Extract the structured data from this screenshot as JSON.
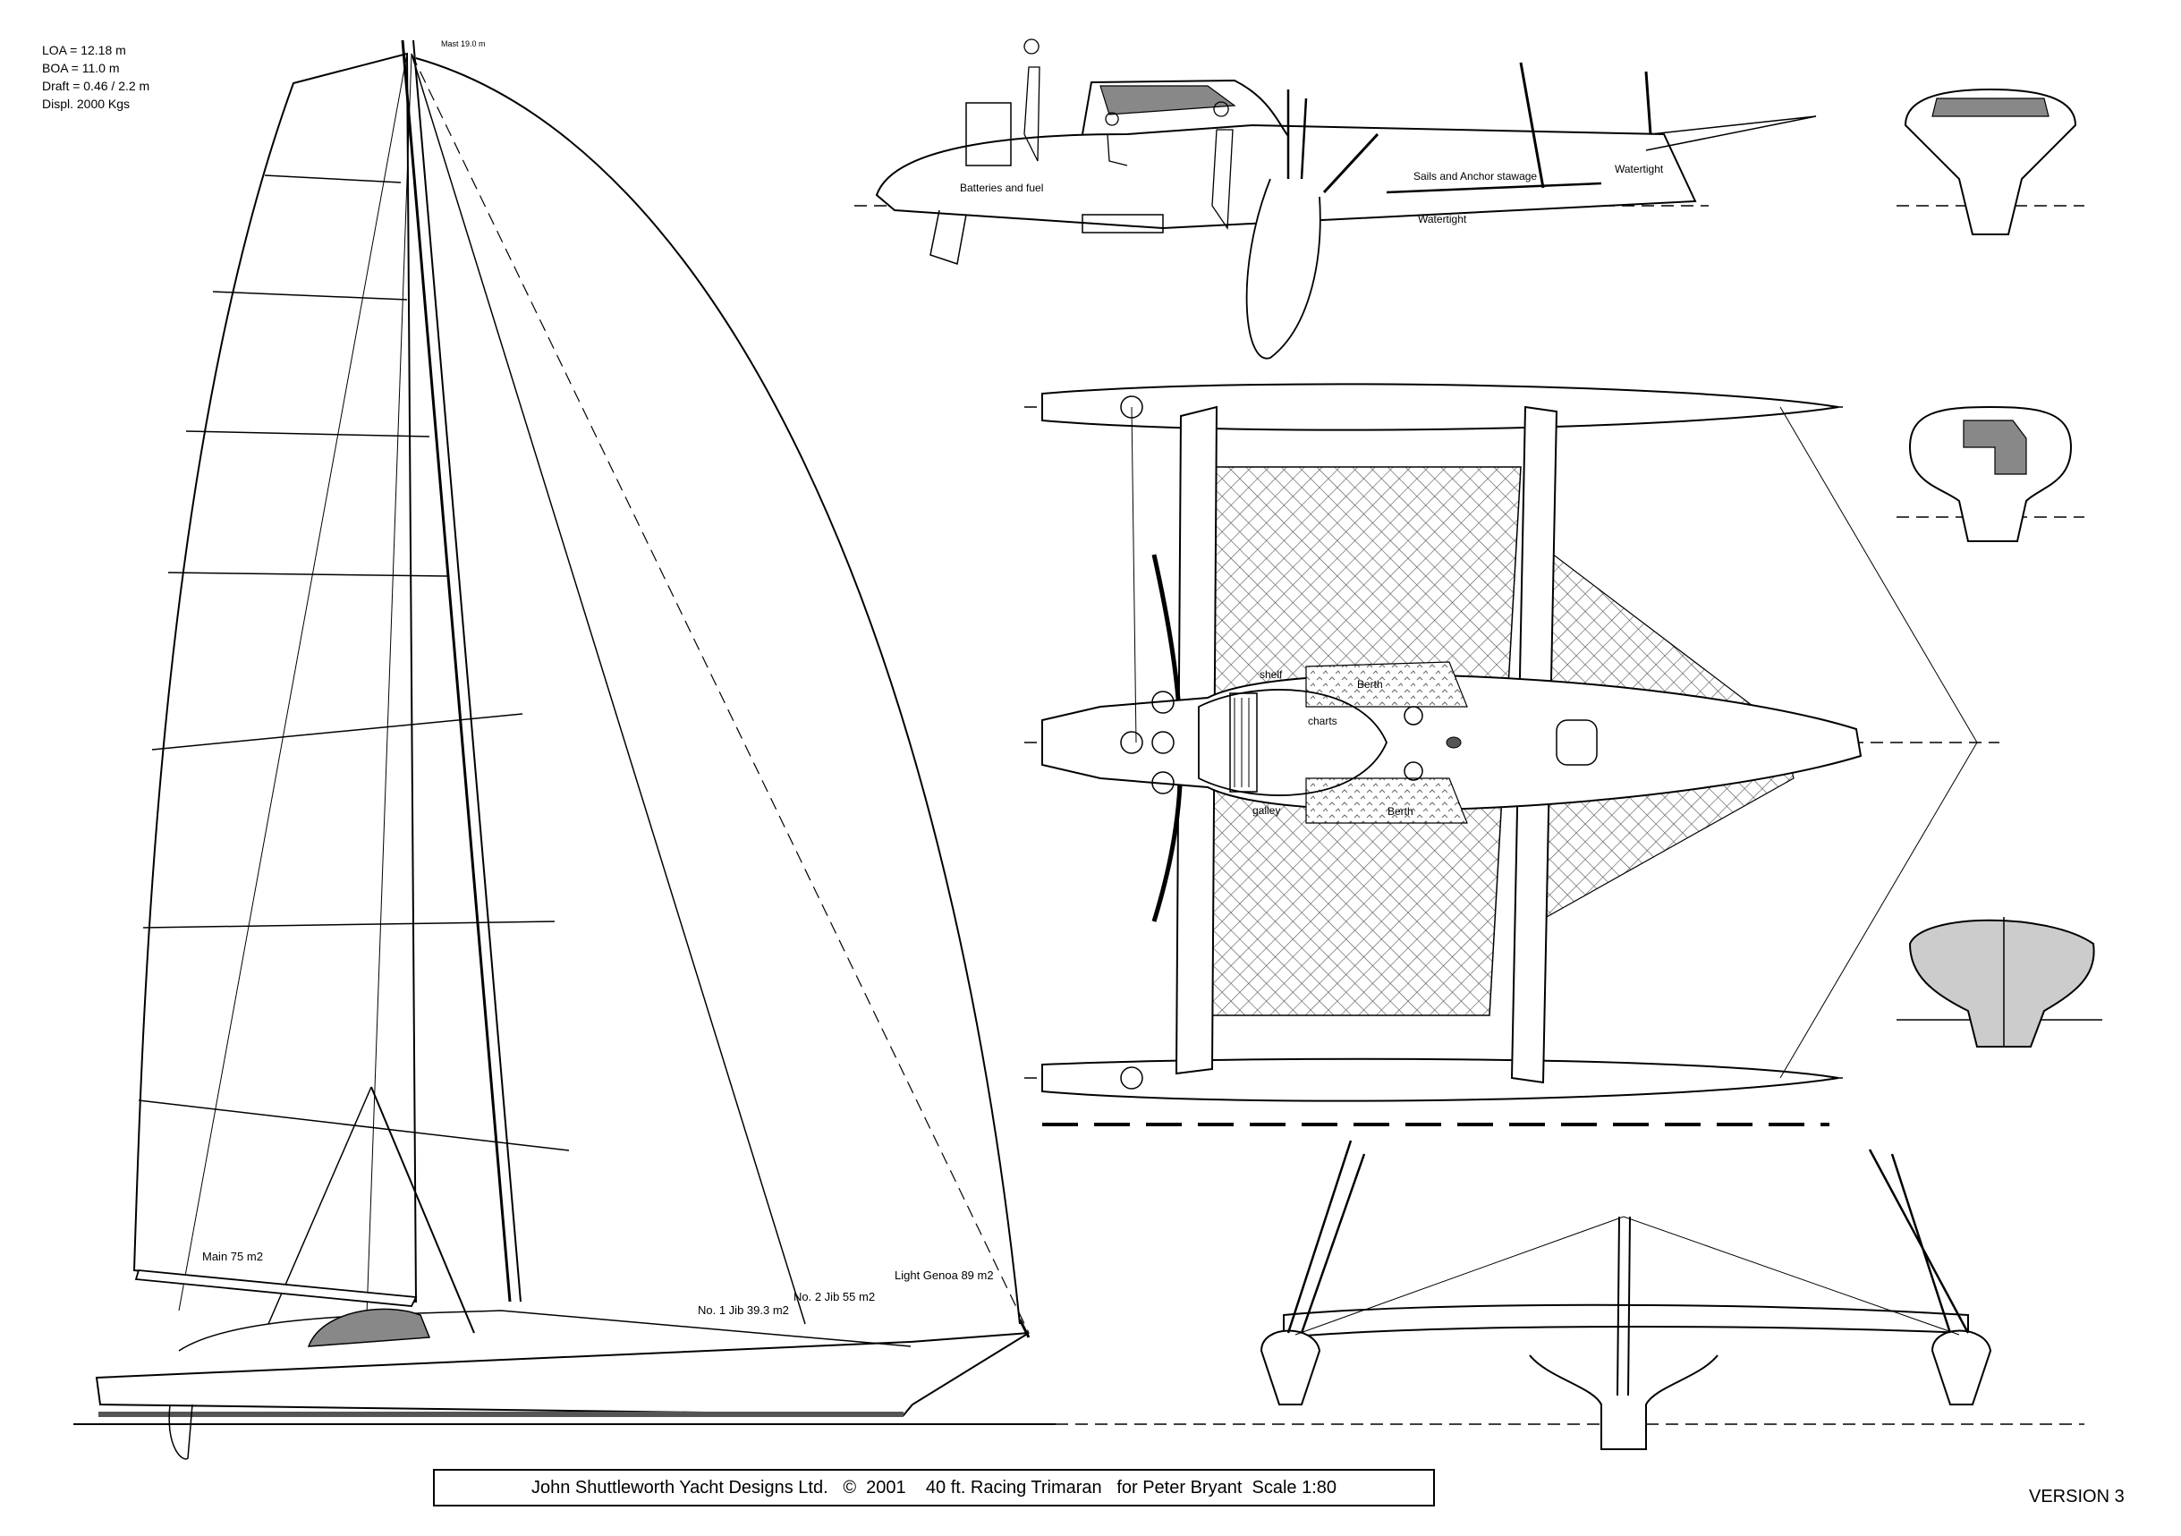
{
  "specs": {
    "loa": "LOA = 12.18 m",
    "boa": "BOA = 11.0 m",
    "draft": "Draft = 0.46 / 2.2 m",
    "displ": "Displ. 2000 Kgs"
  },
  "sail_plan": {
    "mast": "Mast 19.0 m",
    "main": "Main 75 m2",
    "jib1": "No. 1 Jib  39.3 m2",
    "jib2": "No. 2 Jib  55 m2",
    "genoa": "Light Genoa  89 m2"
  },
  "profile_labels": {
    "batteries": "Batteries and fuel",
    "sails_anchor": "Sails and Anchor stawage",
    "watertight_bow": "Watertight",
    "watertight_keel": "Watertight"
  },
  "deck_labels": {
    "shelf": "shelf",
    "charts": "charts",
    "berth_upper": "Berth",
    "berth_lower": "Berth",
    "galley": "galley"
  },
  "title_block": "John Shuttleworth Yacht Designs Ltd.   ©  2001    40 ft. Racing Trimaran   for Peter Bryant  Scale 1:80",
  "version": "VERSION 3"
}
